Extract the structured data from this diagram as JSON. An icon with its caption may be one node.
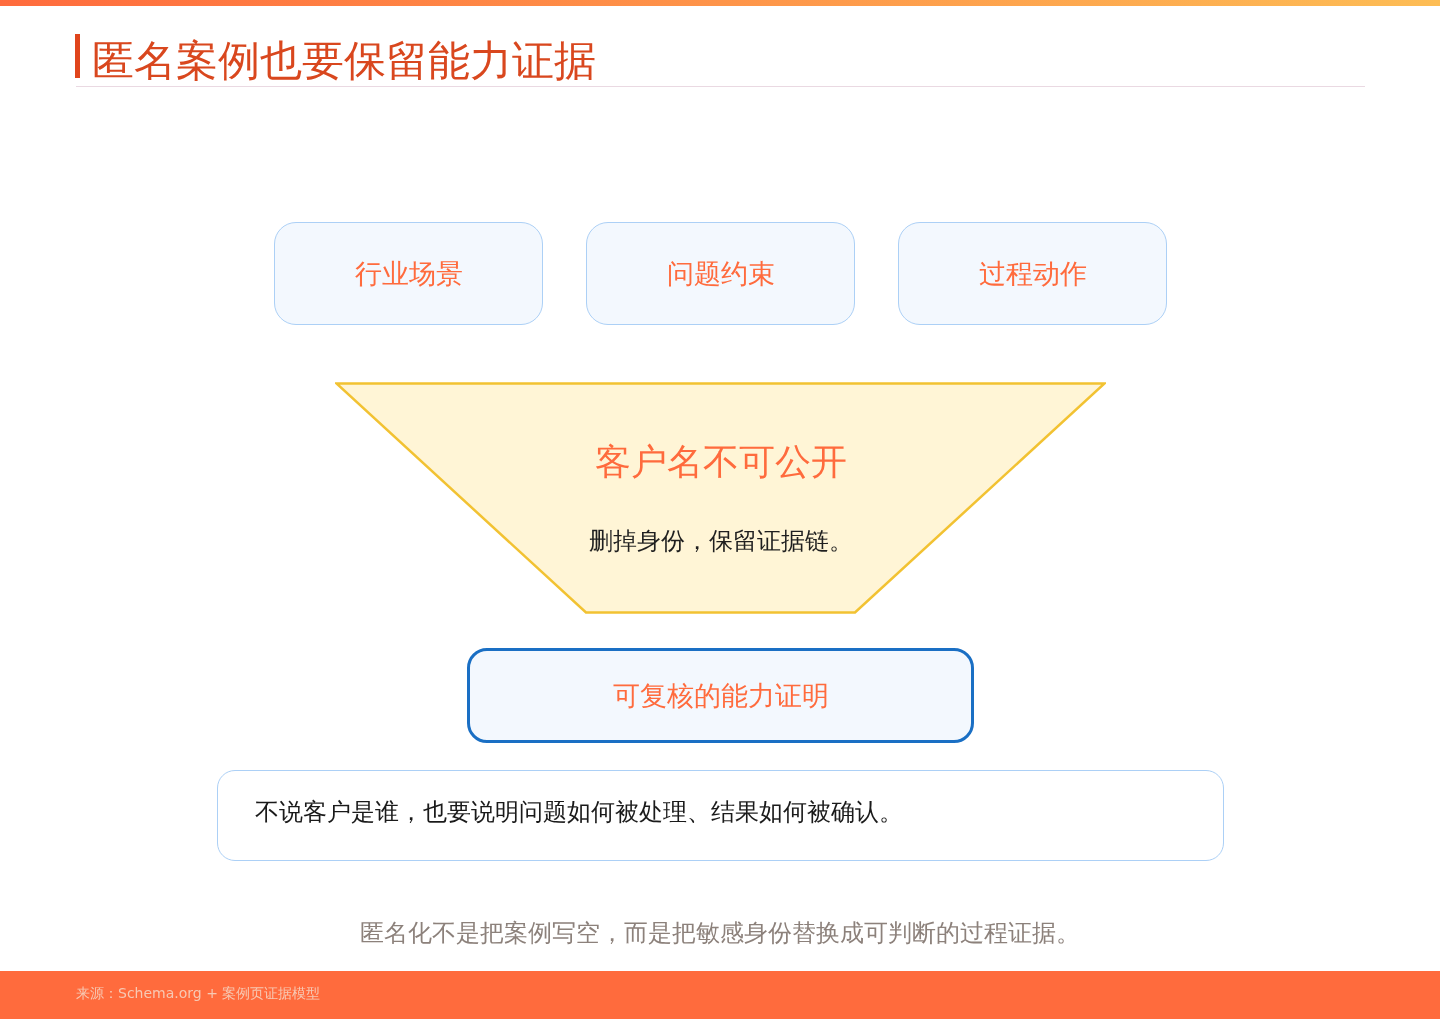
{
  "diagram": {
    "title": "匿名案例也要保留能力证据",
    "nodes": [
      {
        "text": [
          "行业场景"
        ]
      },
      {
        "text": [
          "问题约束"
        ]
      },
      {
        "text": [
          "过程动作"
        ]
      },
      {
        "text": [
          "客户名不可公开",
          "删掉身份，保留证据链。"
        ]
      },
      {
        "text": [
          "可复核的能力证明"
        ]
      },
      {
        "text": [
          "不说客户是谁，也要说明问题如何被处理、结果如何被确认。"
        ]
      }
    ],
    "caption": "匿名化不是把案例写空，而是把敏感身份替换成可判断的过程证据。",
    "labels": [
      "来源：Schema.org + 案例页证据模型"
    ]
  }
}
